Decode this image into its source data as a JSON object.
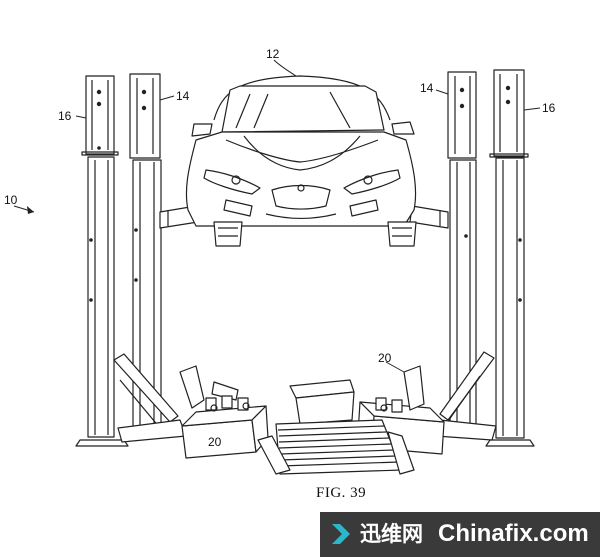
{
  "figure": {
    "caption": "FIG. 39",
    "labels": {
      "vehicle": "12",
      "assembly": "10",
      "inner_post_left": "14",
      "inner_post_right": "14",
      "outer_post_left": "16",
      "outer_post_right": "16",
      "battery_unit_left": "20",
      "battery_unit_right": "20"
    }
  },
  "watermark": {
    "chinese": "迅维网",
    "english": "Chinafix.com",
    "accent": "#2bb7c9"
  },
  "colors": {
    "line": "#222222",
    "background": "#ffffff",
    "watermark_bg": "#3a3a3a"
  }
}
